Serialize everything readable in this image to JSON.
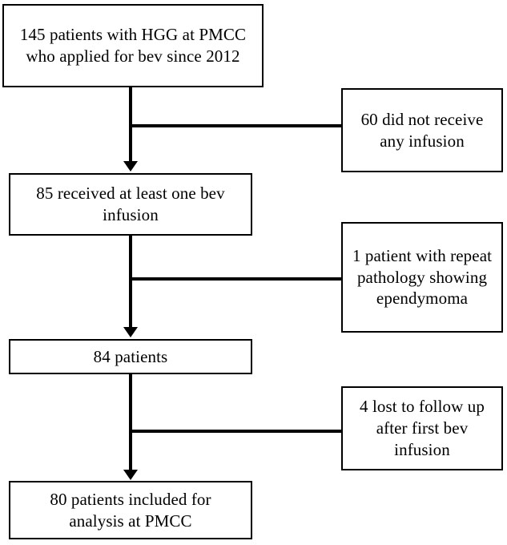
{
  "diagram": {
    "type": "patient-flow-diagram",
    "line_color": "#000000",
    "background_color": "#ffffff",
    "nodes": {
      "enrolled": {
        "label": "145 patients with HGG at PMCC\nwho applied for bev since 2012",
        "count": 145
      },
      "infused": {
        "label": "85 received at least one bev\ninfusion",
        "count": 85
      },
      "eligible": {
        "label": "84 patients",
        "count": 84
      },
      "analysis": {
        "label": "80 patients included for\nanalysis at PMCC",
        "count": 80
      },
      "excluded_no_infusion": {
        "label": "60 did not receive\nany infusion",
        "count": 60
      },
      "excluded_ependymoma": {
        "label": "1 patient with repeat\npathology showing\nependymoma",
        "count": 1
      },
      "excluded_lost_followup": {
        "label": "4 lost to follow up\nafter first bev\ninfusion",
        "count": 4
      }
    }
  }
}
